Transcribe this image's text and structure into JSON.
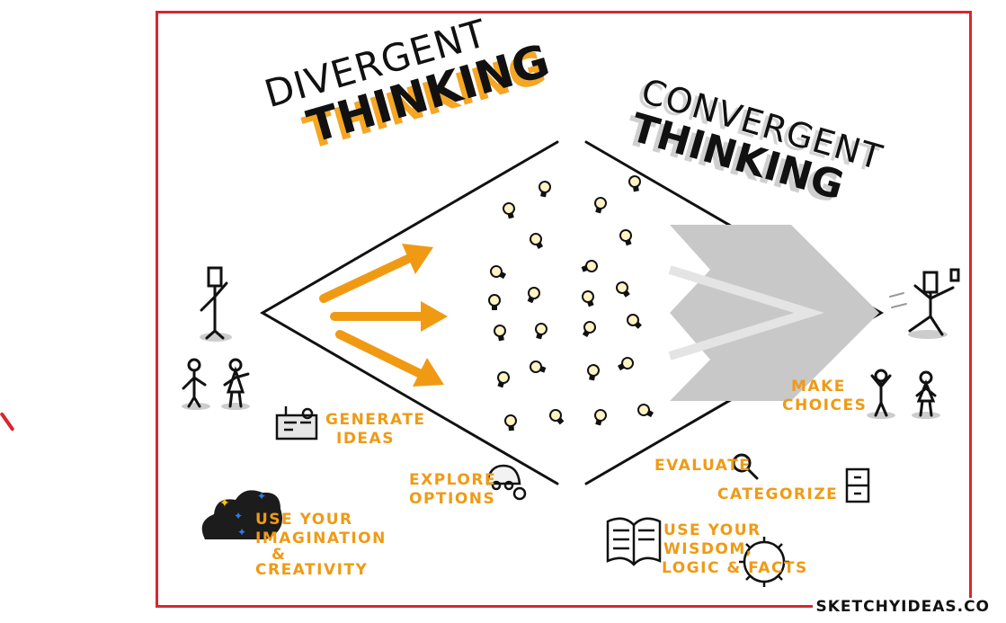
{
  "left_title": {
    "line1": "DIVERGENT",
    "line2": "THINKING"
  },
  "right_title": {
    "line1": "CONVERGENT",
    "line2": "THINKING"
  },
  "labels": {
    "generate": {
      "line1": "GENERATE",
      "line2": "IDEAS"
    },
    "explore": {
      "line1": "EXPLORE",
      "line2": "OPTIONS"
    },
    "imagination": {
      "line1": "USE YOUR",
      "line2": "IMAGINATION",
      "line3": "&",
      "line4": "CREATIVITY"
    },
    "make_choices": {
      "line1": "MAKE",
      "line2": "CHOICES"
    },
    "evaluate": "EVALUATE",
    "categorize": "CATEGORIZE",
    "wisdom": {
      "line1": "USE YOUR",
      "line2": "WISDOM,",
      "line3": "LOGIC & FACTS"
    }
  },
  "credit": "SKETCHYIDEAS.CO",
  "colors": {
    "accent": "#f09a14",
    "frame": "#d9262e",
    "ink": "#111111",
    "shadow": "#c8c8c8"
  },
  "icons": [
    "lightbulb-icon",
    "computer-icon",
    "cloud-icon",
    "explorer-icon",
    "magnifier-icon",
    "cabinet-icon",
    "book-icon",
    "gear-icon",
    "person-icon"
  ]
}
